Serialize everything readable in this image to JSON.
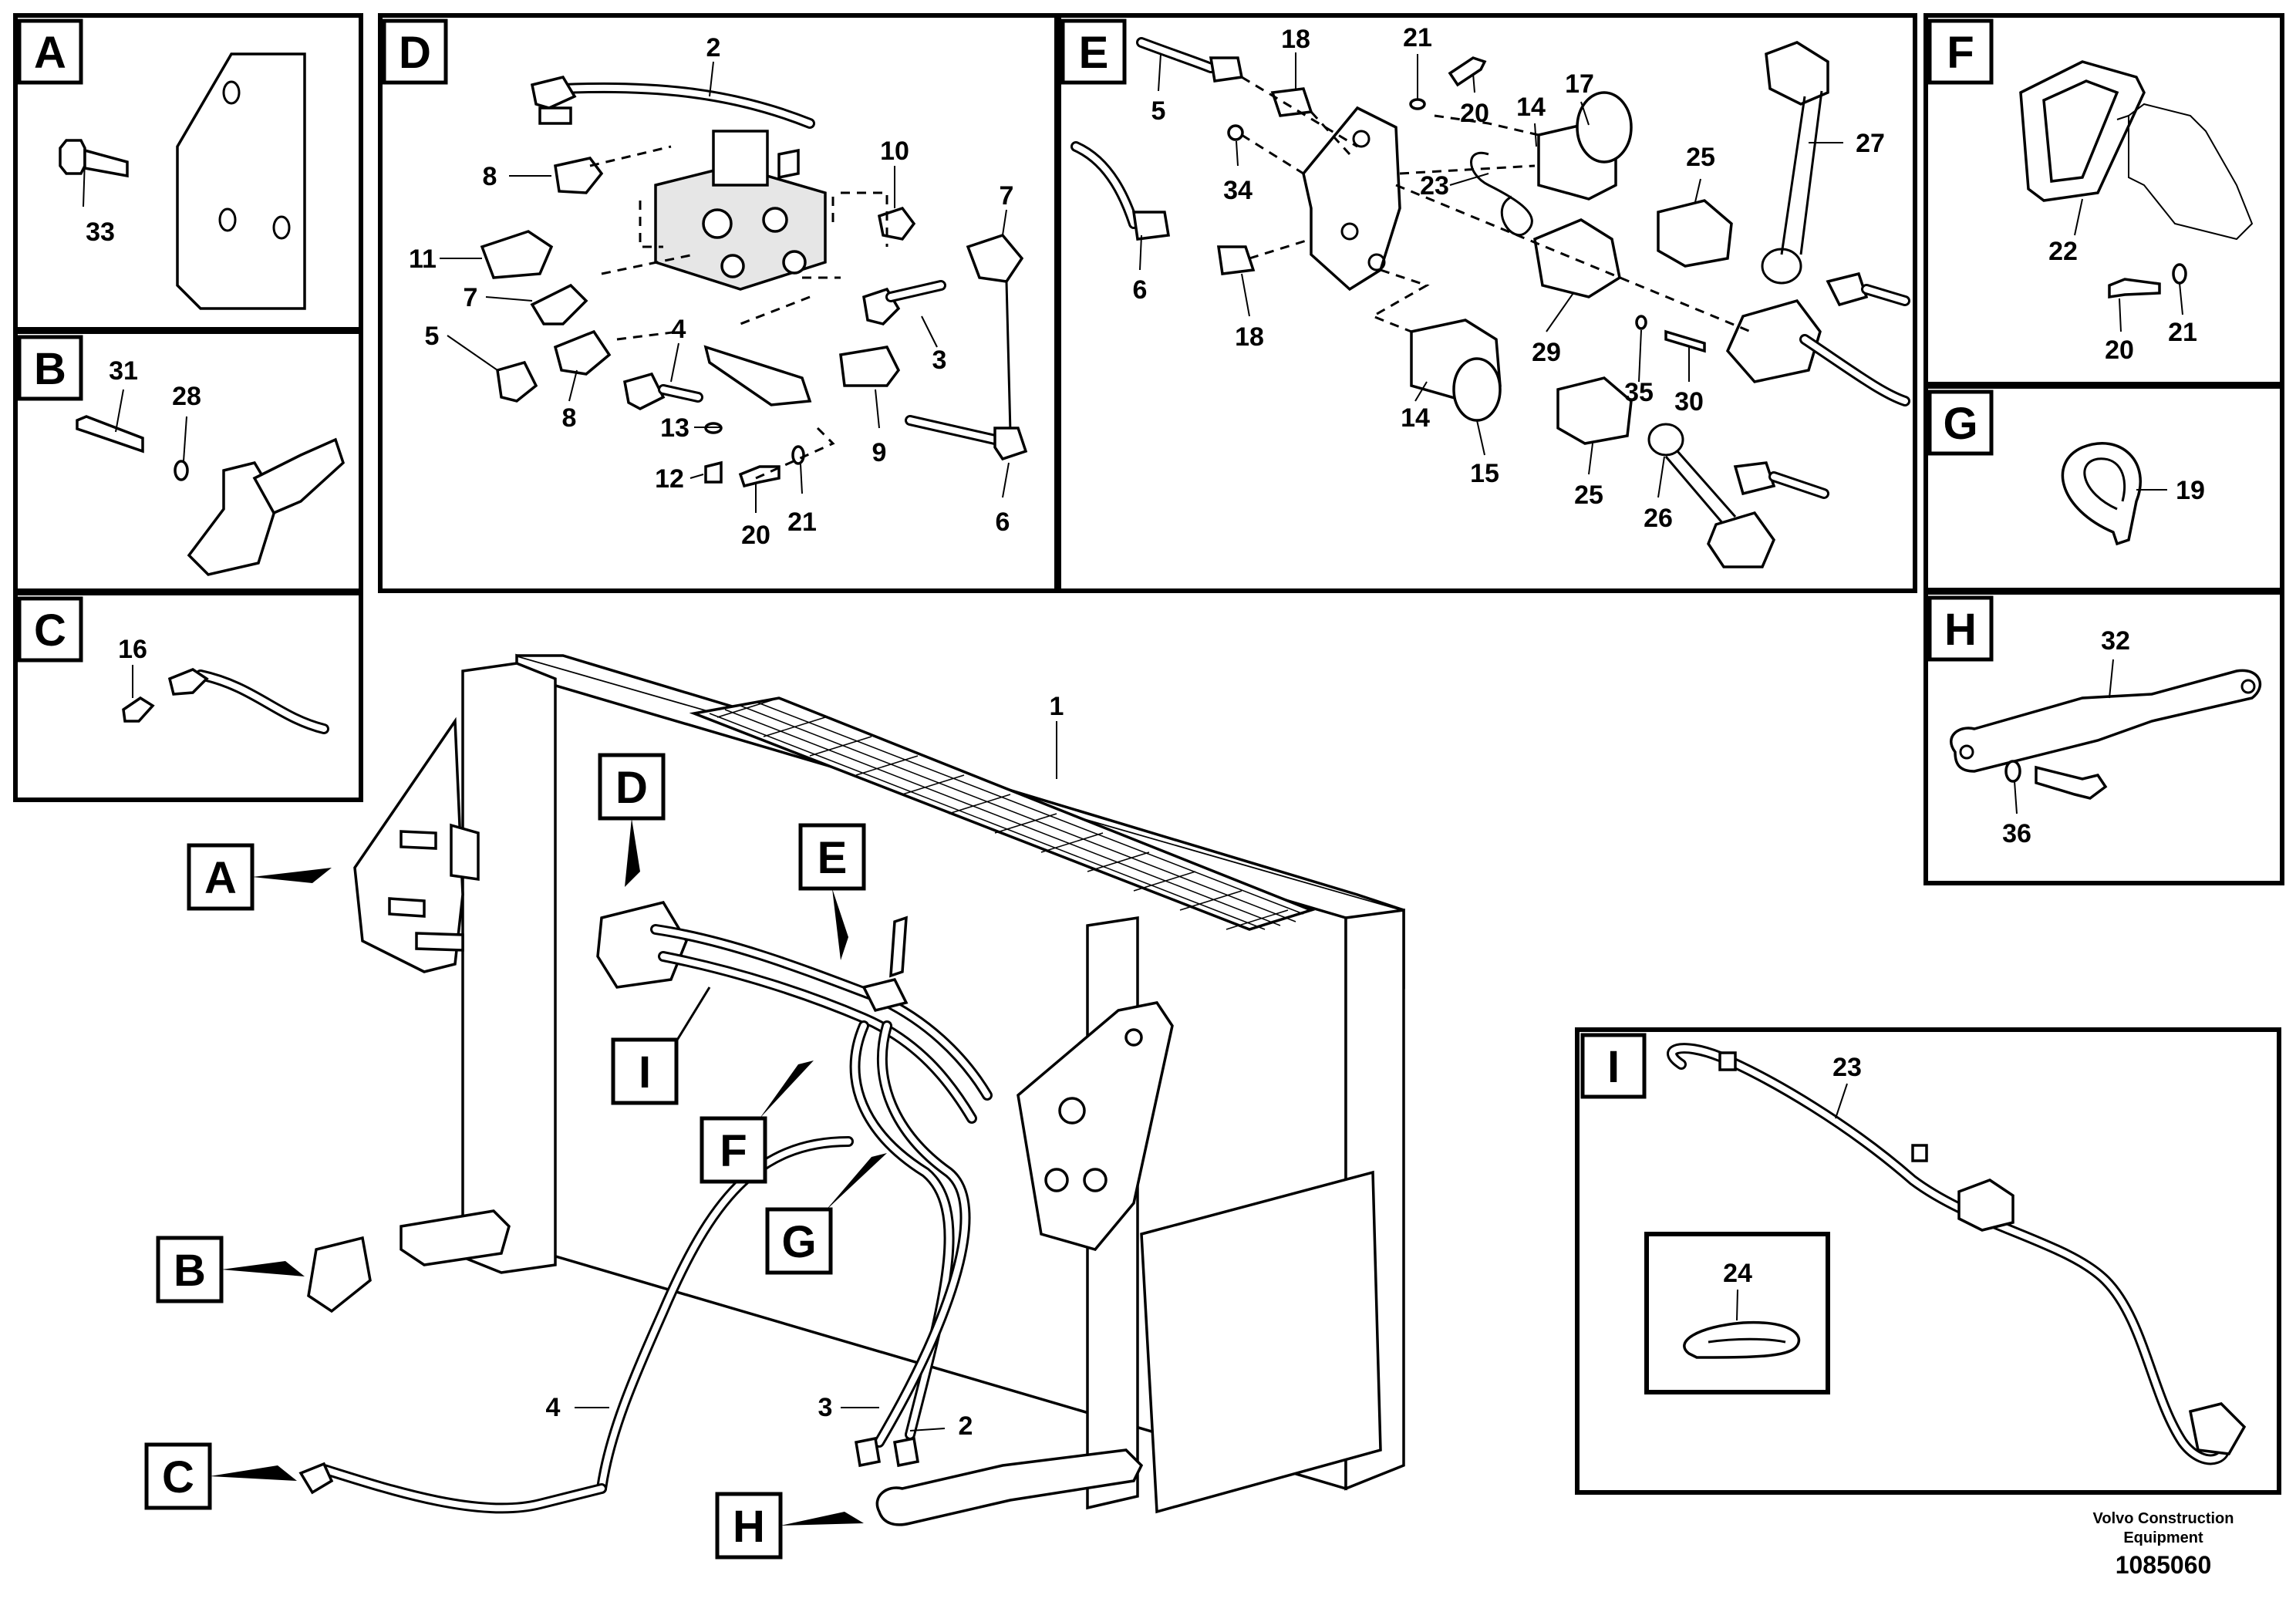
{
  "panels": {
    "A": {
      "title": "A",
      "callouts": [
        "33"
      ]
    },
    "B": {
      "title": "B",
      "callouts": [
        "31",
        "28"
      ]
    },
    "C": {
      "title": "C",
      "callouts": [
        "16"
      ]
    },
    "D": {
      "title": "D",
      "callouts": [
        "2",
        "8",
        "10",
        "7",
        "11",
        "7",
        "5",
        "4",
        "3",
        "8",
        "13",
        "9",
        "12",
        "20",
        "21",
        "6"
      ]
    },
    "E": {
      "title": "E",
      "callouts": [
        "18",
        "21",
        "5",
        "20",
        "14",
        "17",
        "27",
        "34",
        "23",
        "25",
        "6",
        "18",
        "29",
        "35",
        "30",
        "14",
        "15",
        "25",
        "26"
      ]
    },
    "F": {
      "title": "F",
      "callouts": [
        "22",
        "20",
        "21"
      ]
    },
    "G": {
      "title": "G",
      "callouts": [
        "19"
      ]
    },
    "H": {
      "title": "H",
      "callouts": [
        "32",
        "36"
      ]
    },
    "I": {
      "title": "I",
      "callouts": [
        "23",
        "24"
      ]
    }
  },
  "main": {
    "callouts": [
      "1",
      "4",
      "3",
      "2"
    ],
    "tags": [
      "A",
      "B",
      "C",
      "D",
      "E",
      "I",
      "F",
      "G",
      "H"
    ]
  },
  "footer": {
    "brand_line1": "Volvo Construction",
    "brand_line2": "Equipment",
    "drawing_number": "1085060"
  }
}
